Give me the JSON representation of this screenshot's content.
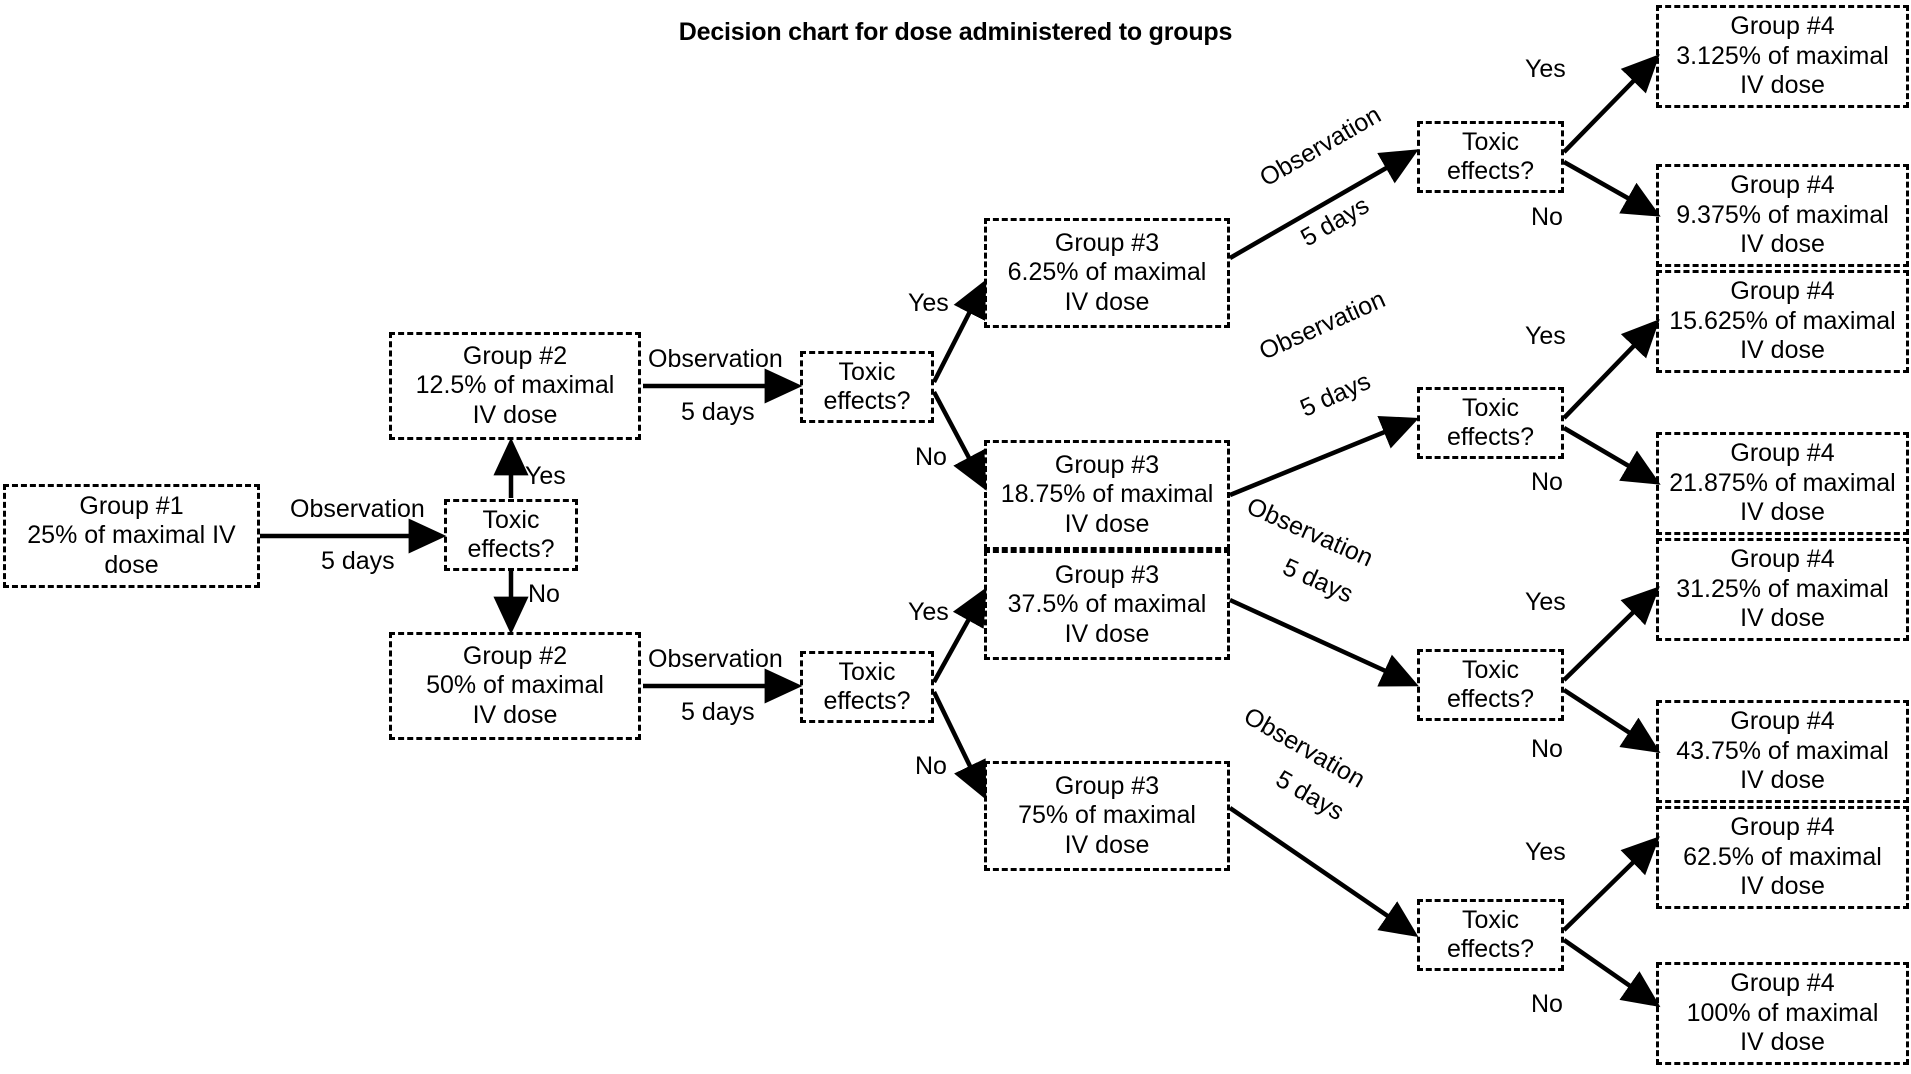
{
  "title": "Decision chart for dose administered to groups",
  "labels": {
    "yes": "Yes",
    "no": "No",
    "observation": "Observation",
    "five_days": "5 days",
    "toxic_q_line1": "Toxic",
    "toxic_q_line2": "effects?"
  },
  "nodes": {
    "g1": {
      "line1": "Group #1",
      "line2": "25% of maximal IV",
      "line3": "dose"
    },
    "g2_top": {
      "line1": "Group #2",
      "line2": "12.5% of maximal",
      "line3": "IV dose"
    },
    "g2_bottom": {
      "line1": "Group #2",
      "line2": "50% of maximal",
      "line3": "IV dose"
    },
    "g3_a": {
      "line1": "Group #3",
      "line2": "6.25% of maximal",
      "line3": "IV dose"
    },
    "g3_b": {
      "line1": "Group #3",
      "line2": "18.75% of maximal",
      "line3": "IV dose"
    },
    "g3_c": {
      "line1": "Group #3",
      "line2": "37.5% of maximal",
      "line3": "IV dose"
    },
    "g3_d": {
      "line1": "Group #3",
      "line2": "75% of maximal",
      "line3": "IV dose"
    },
    "g4_1": {
      "line1": "Group #4",
      "line2": "3.125% of maximal",
      "line3": "IV dose"
    },
    "g4_2": {
      "line1": "Group #4",
      "line2": "9.375% of maximal",
      "line3": "IV dose"
    },
    "g4_3": {
      "line1": "Group #4",
      "line2": "15.625% of maximal",
      "line3": "IV dose"
    },
    "g4_4": {
      "line1": "Group #4",
      "line2": "21.875% of maximal",
      "line3": "IV dose"
    },
    "g4_5": {
      "line1": "Group #4",
      "line2": "31.25% of maximal",
      "line3": "IV dose"
    },
    "g4_6": {
      "line1": "Group #4",
      "line2": "43.75% of maximal",
      "line3": "IV dose"
    },
    "g4_7": {
      "line1": "Group #4",
      "line2": "62.5% of maximal",
      "line3": "IV dose"
    },
    "g4_8": {
      "line1": "Group #4",
      "line2": "100% of maximal",
      "line3": "IV dose"
    }
  },
  "colors": {
    "stroke": "#000000",
    "background": "#ffffff",
    "text": "#000000"
  }
}
